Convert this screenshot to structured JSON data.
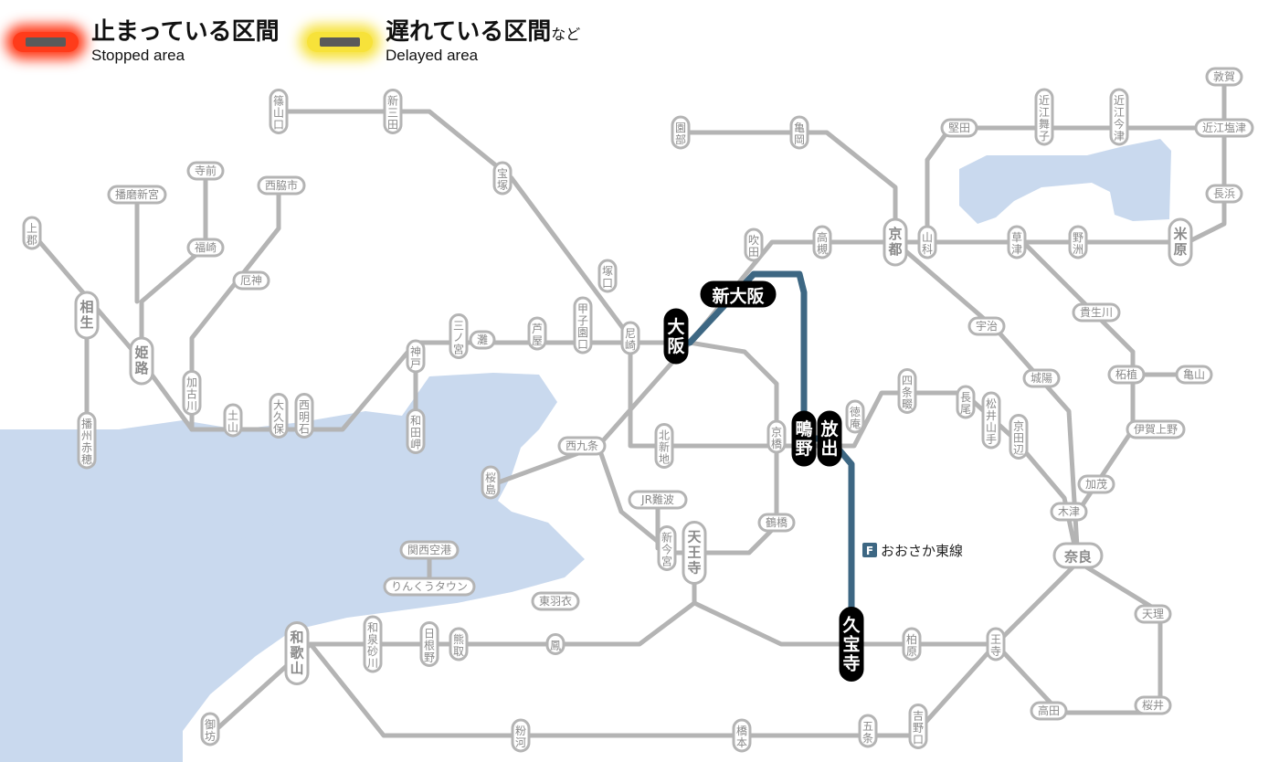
{
  "legend": {
    "stopped_ja": "止まっている区間",
    "stopped_en": "Stopped area",
    "delayed_ja": "遅れている区間",
    "delayed_suffix": "など",
    "delayed_en": "Delayed area",
    "stopped_color": "#ff3b1a",
    "delayed_color": "#f7e23a"
  },
  "colors": {
    "water": "#c9d9ee",
    "rail": "#b4b4b4",
    "highlight": "#3d6783",
    "station_bg": "#ffffff",
    "station_fg": "#8a8a8a",
    "major_bg": "#000000",
    "major_fg": "#ffffff"
  },
  "line_label": {
    "badge": "F",
    "name": "おおさか東線",
    "badge_color": "#3d6783"
  },
  "stations": {
    "sasayamaguchi": "篠山口",
    "shinsanda": "新三田",
    "takarazuka": "宝塚",
    "sonobe": "園部",
    "kameoka": "亀岡",
    "katata": "堅田",
    "omimaiko": "近江舞子",
    "omiimazu": "近江今津",
    "tsuruga": "敦賀",
    "omishiotsu": "近江塩津",
    "nagahama": "長浜",
    "maibara": "米原",
    "yasu": "野洲",
    "kusatsu": "草津",
    "yamashina": "山科",
    "kyoto": "京都",
    "takatsuki": "高槻",
    "suita": "吹田",
    "tsukaguchi": "塚口",
    "shinosaka": "新大阪",
    "osaka": "大阪",
    "amagasaki": "尼崎",
    "koshienguchi": "甲子園口",
    "ashiya": "芦屋",
    "nada": "灘",
    "sannomiya": "三ノ宮",
    "kobe": "神戸",
    "wadamisaki": "和田岬",
    "nishiakashi": "西明石",
    "okubo": "大久保",
    "dobo": "土山",
    "kakogawa": "加古川",
    "yakujin": "厄神",
    "nishiwakishi": "西脇市",
    "fukusaki": "福崎",
    "teramae": "寺前",
    "harimashingu": "播磨新宮",
    "himeji": "姫路",
    "kamigori": "上郡",
    "aioi": "相生",
    "bansyuako": "播州赤穂",
    "nishikujo": "西九条",
    "sakurajima": "桜島",
    "kitashinchi": "北新地",
    "kyobashi": "京橋",
    "jrnamba": "JR難波",
    "shinimamiya": "新今宮",
    "tennoji": "天王寺",
    "tsuruhashi": "鶴橋",
    "kamo": "鴫野",
    "hanaten": "放出",
    "kyuhoji": "久宝寺",
    "kansaikuko": "関西空港",
    "rinku": "りんくうタウン",
    "higashihagoromo": "東羽衣",
    "otori": "鳳",
    "hineno": "日根野",
    "kumatori": "熊取",
    "izumisunagawa": "和泉砂川",
    "wakayama": "和歌山",
    "gobo": "御坊",
    "kokawa": "粉河",
    "hashimoto": "橋本",
    "gojo": "五条",
    "yoshinoguchi": "吉野口",
    "takada": "高田",
    "sakurai": "桜井",
    "oji": "王寺",
    "kashiwara": "柏原",
    "nara": "奈良",
    "tenri": "天理",
    "kizu": "木津",
    "kamo2": "加茂",
    "igaueno": "伊賀上野",
    "tsuge": "柘植",
    "kameyama": "亀山",
    "kibukawa": "貴生川",
    "uji": "宇治",
    "jyoyo": "城陽",
    "shijonawate": "四条畷",
    "tokuan": "徳庵",
    "nagao": "長尾",
    "matsuiyamate": "松井山手",
    "kyotanabe": "京田辺"
  }
}
